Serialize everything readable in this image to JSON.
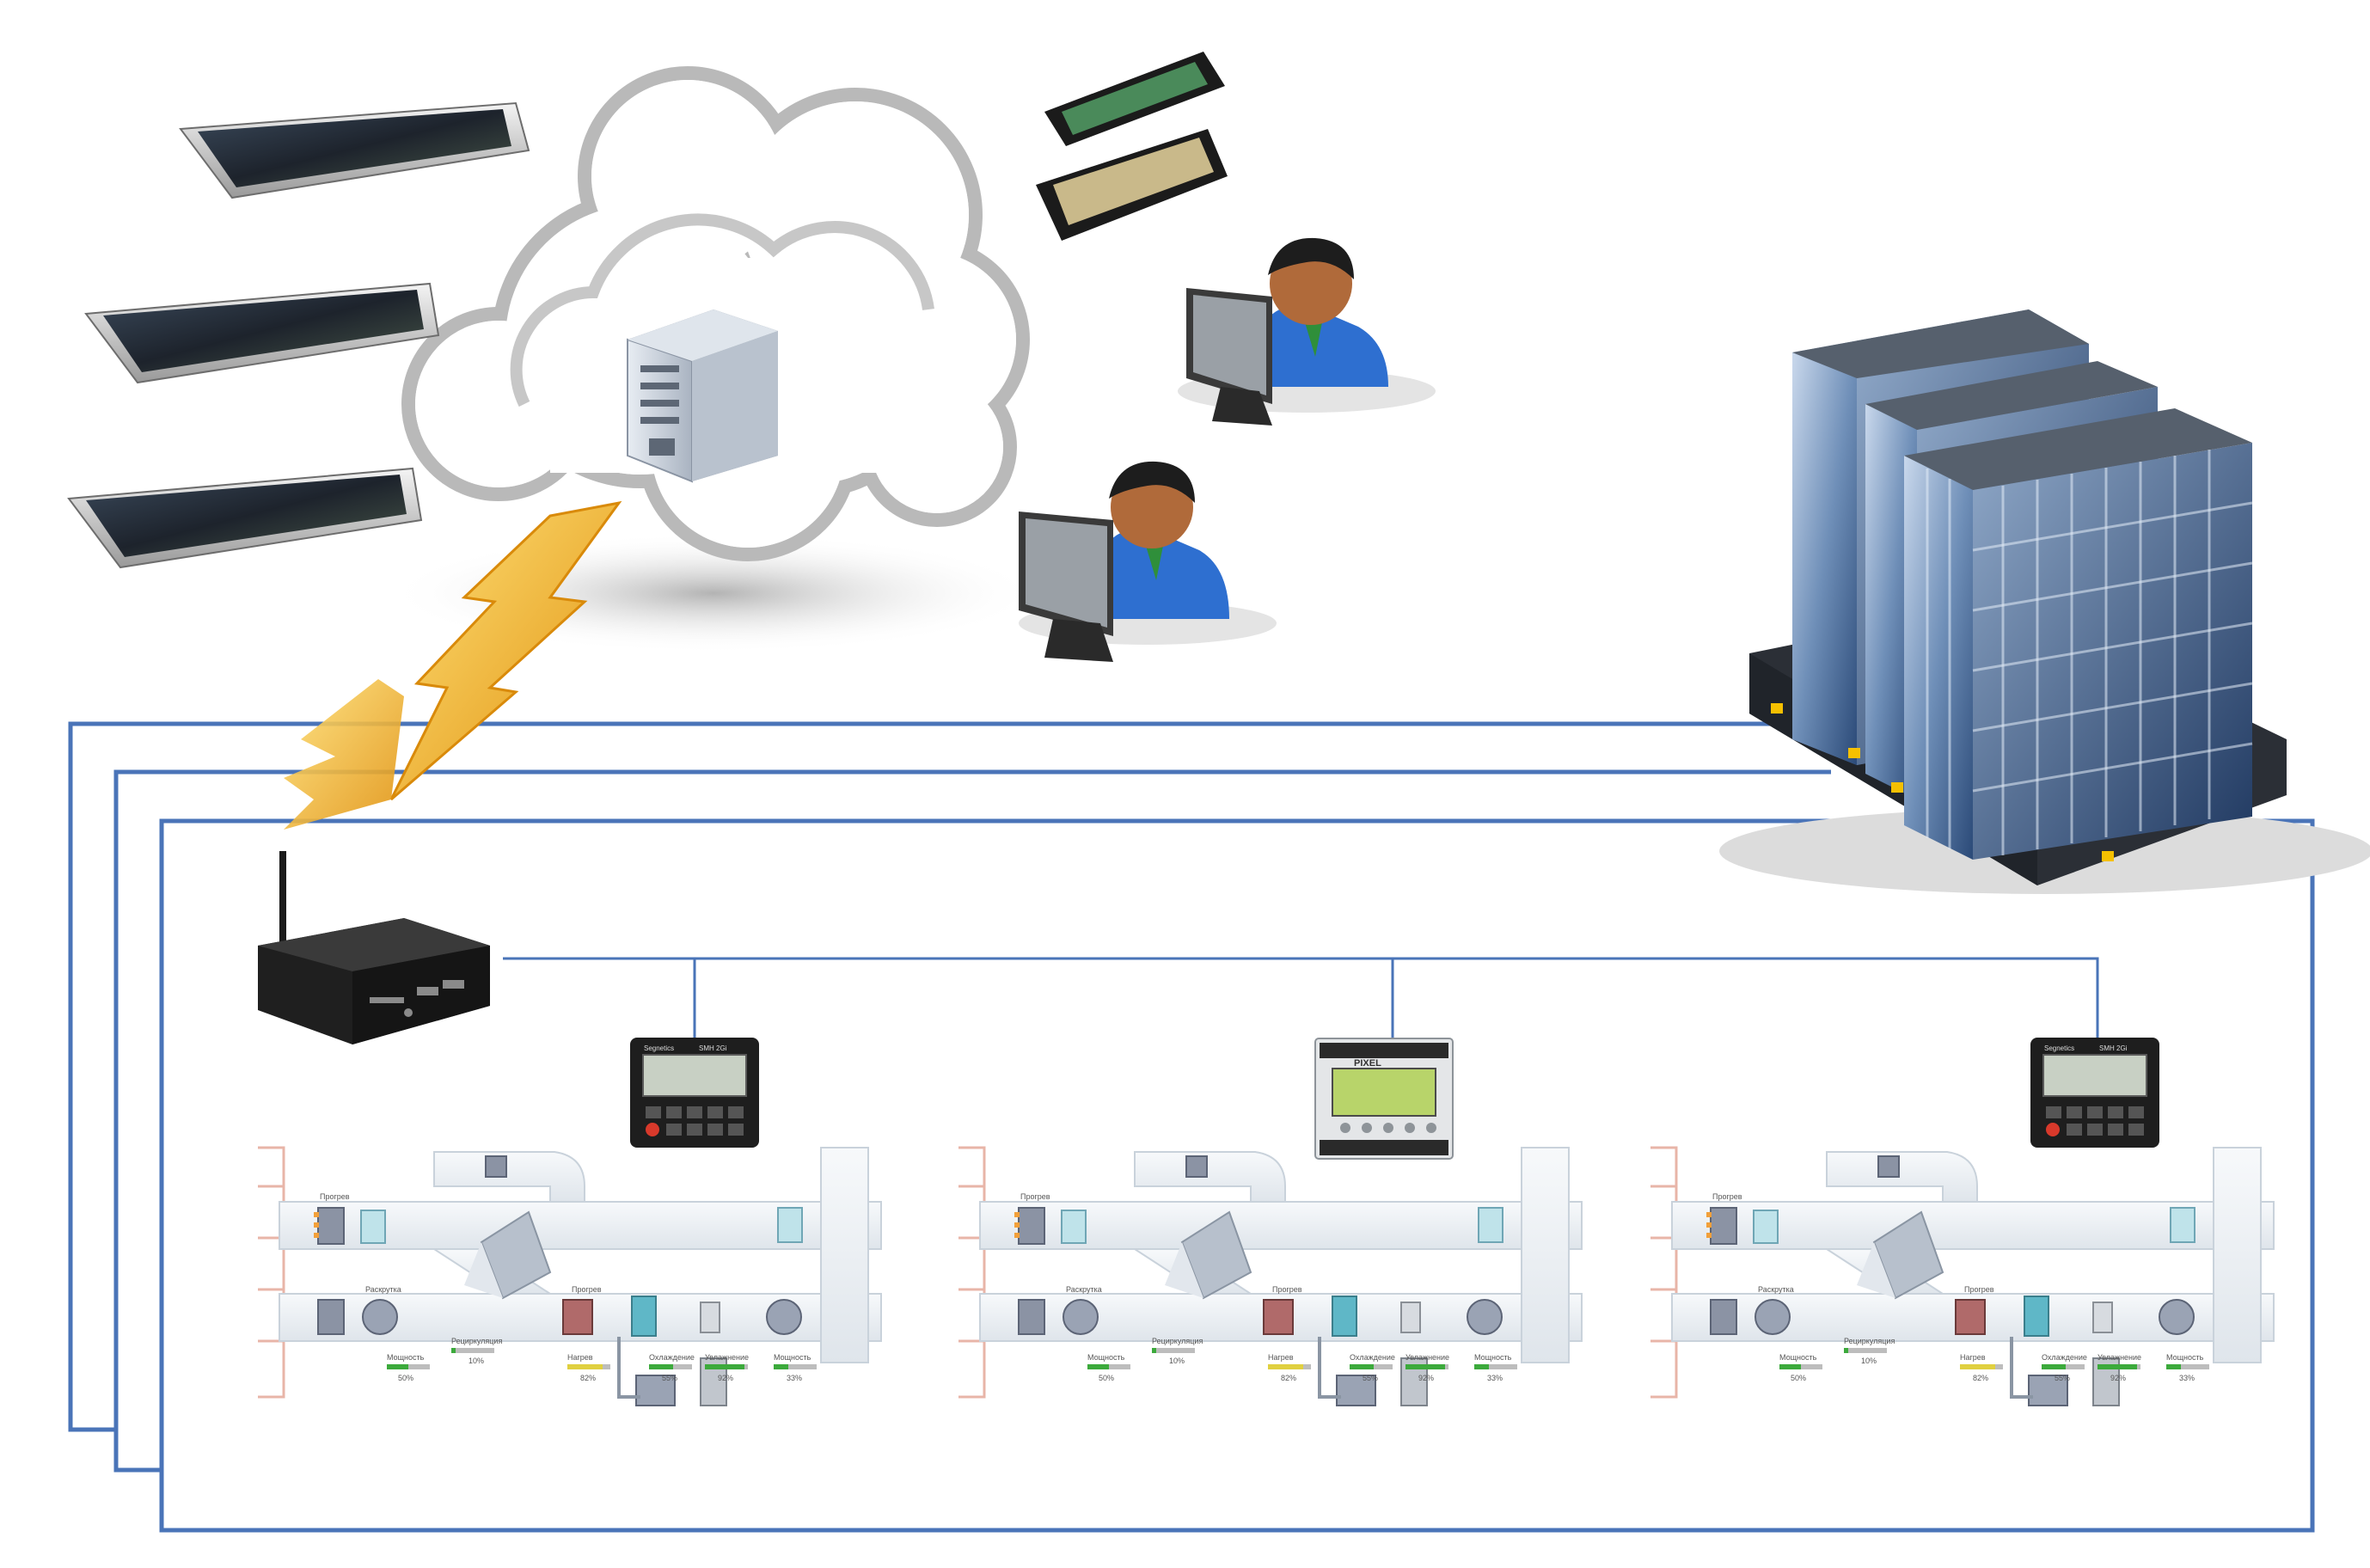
{
  "colors": {
    "frame_line": "#4a74b8",
    "bus_line": "#4a74b8",
    "cloud_outline": "#b9b9b9",
    "lightning": "#f2b21c",
    "building_glass": "#6f8fb8",
    "device_dark": "#1e1e1e",
    "person_shirt": "#2e6fd0",
    "person_skin": "#b06a3a"
  },
  "icons": {
    "cloud": "cloud-icon",
    "server": "server-tower-icon",
    "tablet": "tablet-icon",
    "smartphone": "smartphone-icon",
    "workstation_user": "user-at-computer-icon",
    "building": "office-building-icon",
    "gateway": "wireless-router-icon",
    "controller_panel": "hvac-controller-icon",
    "ventilation_unit": "air-handling-unit-icon",
    "lightning": "wireless-link-icon"
  },
  "ahu_labels": {
    "preheat": "Прогрев",
    "spinup": "Раскрутка",
    "recirculation": "Рециркуляция",
    "heating": "Нагрев",
    "cooling": "Охлаждение",
    "humidification": "Увлажнение",
    "power": "Мощность"
  },
  "ahu_values": {
    "power_supply": "50%",
    "recirculation": "10%",
    "heating": "82%",
    "cooling": "55%",
    "humidification": "92%",
    "power_exhaust": "33%"
  },
  "controllers": {
    "left_brand": "Segnetics",
    "left_model": "SMH 2Gi",
    "center_brand": "PIXEL",
    "right_brand": "Segnetics",
    "right_model": "SMH 2Gi"
  }
}
